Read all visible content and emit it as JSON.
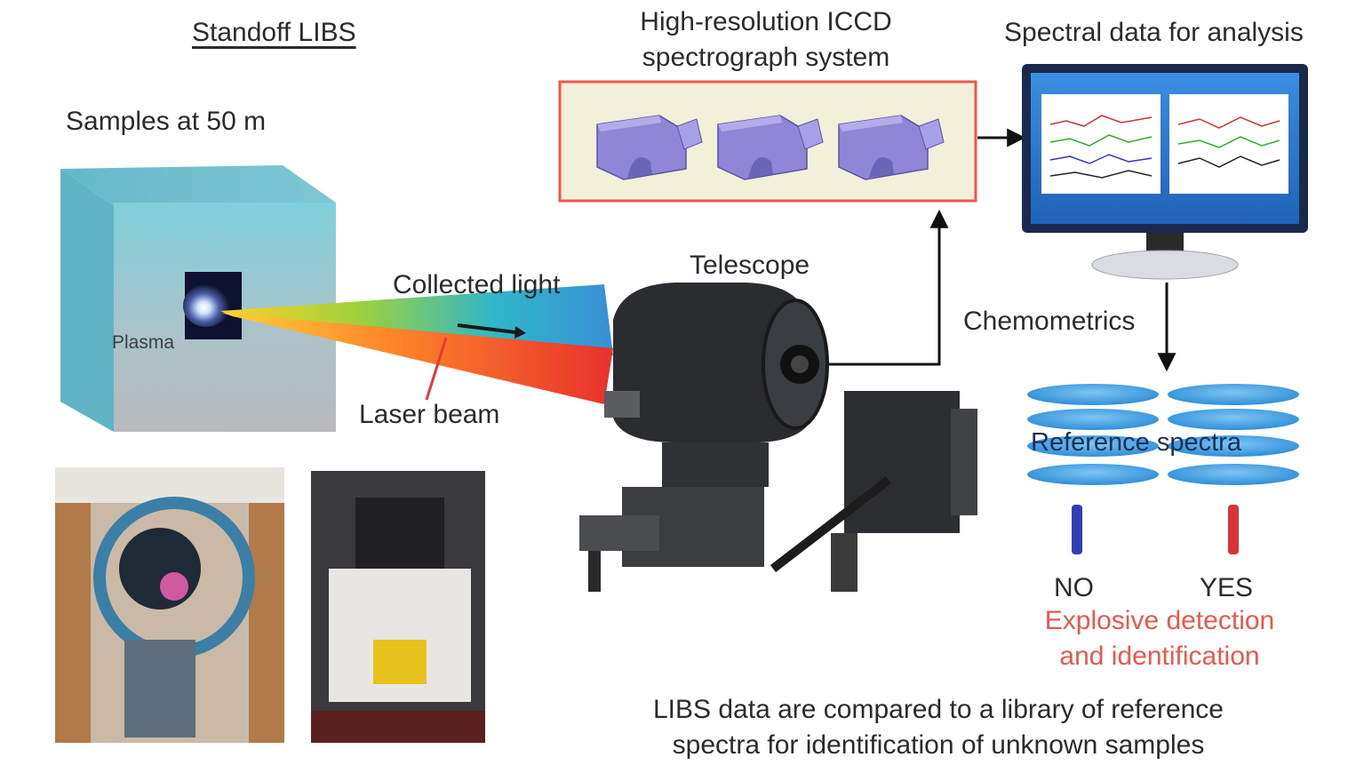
{
  "labels": {
    "standoff_title": "Standoff LIBS",
    "samples": "Samples at 50 m",
    "plasma": "Plasma",
    "collected_light": "Collected light",
    "laser_beam": "Laser beam",
    "telescope": "Telescope",
    "iccd_line1": "High-resolution ICCD",
    "iccd_line2": "spectrograph system",
    "spectral_data": "Spectral data for analysis",
    "chemometrics": "Chemometrics",
    "reference_spectra": "Reference spectra",
    "no": "NO",
    "yes": "YES",
    "explosive_line1": "Explosive detection",
    "explosive_line2": "and identification",
    "caption_line1": "LIBS data are compared to a library of reference",
    "caption_line2": "spectra for identification of unknown samples"
  },
  "colors": {
    "accent_red": "#e9584b",
    "no_bar": "#2f3fb8",
    "yes_bar": "#d9333a",
    "disc_blue": "#2e8fd8",
    "spectrograph_fill": "#8f86d8",
    "monitor_frame": "#1b2a4a",
    "monitor_screen": "#2f7fd6"
  },
  "icons": {
    "spectrograph": "spectrograph-icon",
    "monitor": "monitor-icon",
    "telescope": "telescope-photo",
    "sample_box": "sample-cube",
    "reference_library": "stacked-discs"
  }
}
